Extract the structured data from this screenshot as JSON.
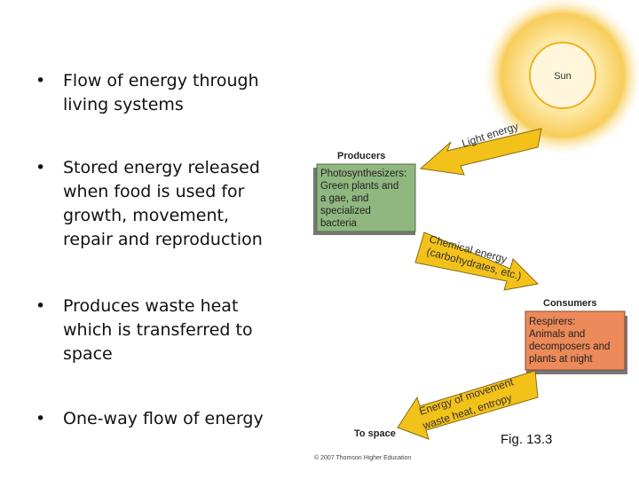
{
  "bullets": [
    {
      "text": "Flow of energy through\nliving systems"
    },
    {
      "text": "Stored energy released\nwhen food is used for\ngrowth, movement,\nrepair and reproduction"
    },
    {
      "text": "Produces waste heat\nwhich is transferred to\nspace"
    },
    {
      "text": "One-way flow of energy"
    }
  ],
  "bullet_symbol": "•",
  "diagram": {
    "sun_label": "Sun",
    "light_label": "Light energy",
    "producers_title": "Producers",
    "producers_text": "Photosynthesizers:\nGreen plants and\na gae, and\nspecialized\nbacteria",
    "chemical_line1": "Chemical energy",
    "chemical_line2": "(carbohydrates, etc.)",
    "consumers_title": "Consumers",
    "consumers_text": "Respirers:\nAnimals and\ndecomposers and\nplants at night",
    "movement_line1": "Energy of movement",
    "movement_line2": "waste heat, entropy",
    "to_space": "To space",
    "fig_label": "Fig. 13.3",
    "copyright": "© 2007 Thomson Higher Education"
  },
  "colors": {
    "sun": "#f6c33a",
    "arrow": "#f2c21b",
    "producers_box": "#8fb77f",
    "consumers_box": "#ec8a5a"
  }
}
